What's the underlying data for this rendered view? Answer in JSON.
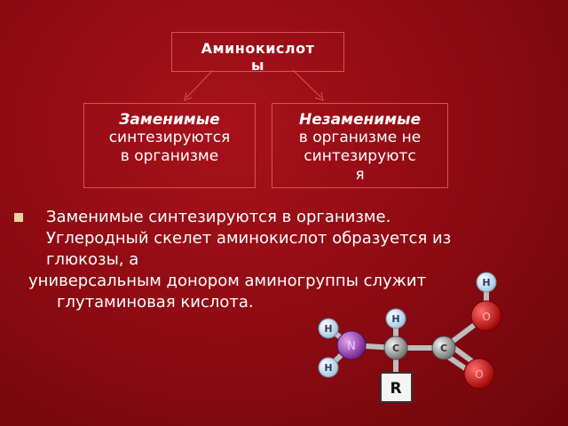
{
  "top_box": {
    "line1": "Аминокислот",
    "line2": "ы"
  },
  "left_box": {
    "title": "Заменимые",
    "line1": "синтезируются",
    "line2": "в организме"
  },
  "right_box": {
    "title": "Незаменимые",
    "line1": "в организме не",
    "line2": "синтезируютс",
    "line3": "я"
  },
  "bullets": {
    "item1": {
      "line1": " Заменимые синтезируются в организме.",
      "line2": "Углеродный скелет аминокислот образуется из",
      "line3": "глюкозы, а"
    },
    "item2": {
      "line1": "универсальным донором аминогруппы служит",
      "line2": "глутаминовая кислота."
    }
  },
  "molecule": {
    "h": "H",
    "n": "N",
    "c": "C",
    "o": "O",
    "r": "R"
  },
  "colors": {
    "background": "#8a0a12",
    "box_border": "#e0504e",
    "bullet": "#e8d69a"
  }
}
